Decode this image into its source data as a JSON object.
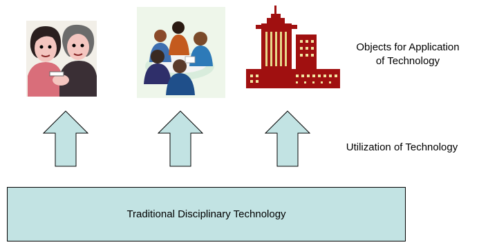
{
  "diagram": {
    "objects_label_line1": "Objects for Application",
    "objects_label_line2": "of Technology",
    "utilization_label": "Utilization of Technology",
    "base_label": "Traditional Disciplinary Technology",
    "clips": [
      "people-clipart",
      "meeting-clipart",
      "building-clipart"
    ],
    "colors": {
      "arrow_fill": "#c2e3e3",
      "box_fill": "#c2e3e3",
      "building": "#a01010",
      "outline": "#000000"
    }
  }
}
